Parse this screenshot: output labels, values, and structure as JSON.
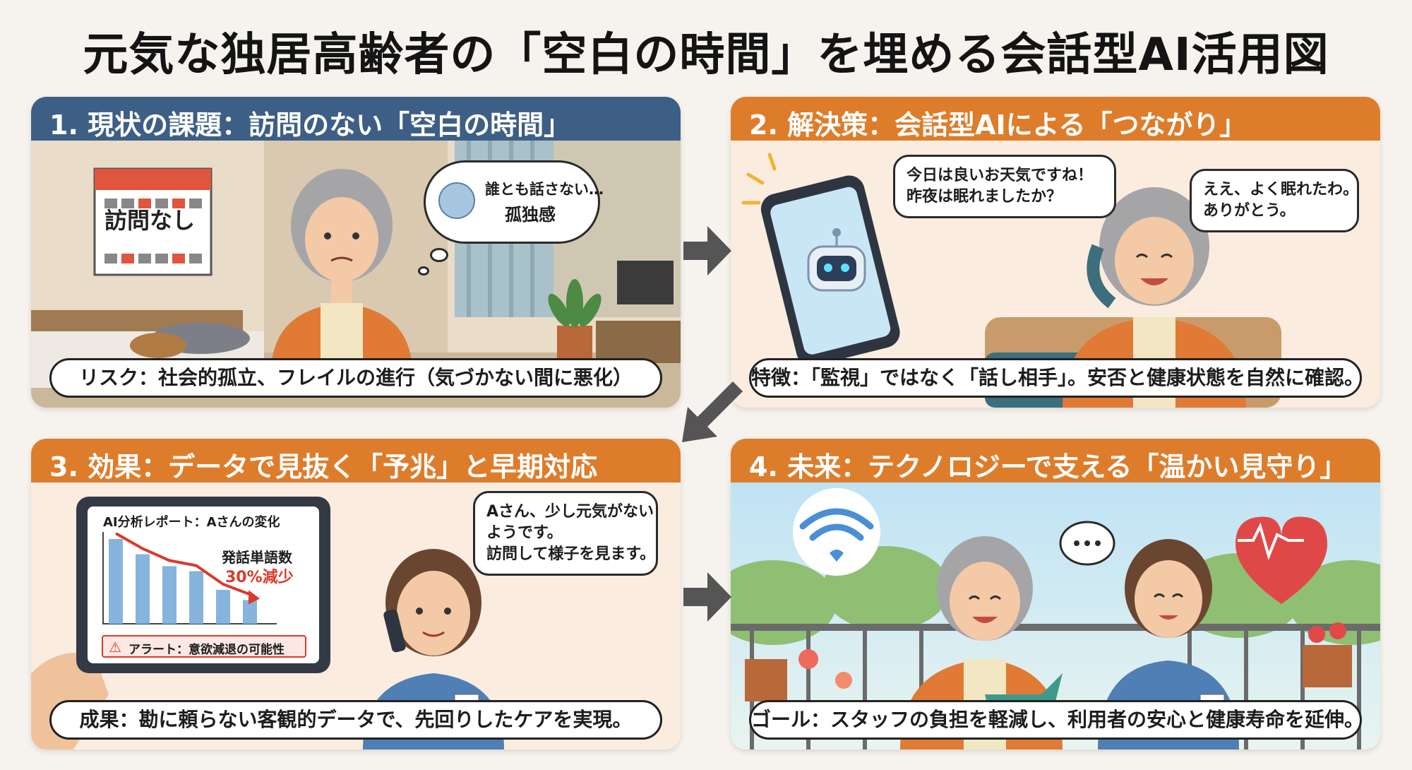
{
  "title": "元気な独居高齢者の「空白の時間」を埋める会話型AI活用図",
  "colors": {
    "header_blue": "#3d5f86",
    "header_orange": "#dd7d2c",
    "cardigan": "#e07a35",
    "nurse_uniform": "#4f7fb5",
    "chart_bar": "#86b4dc",
    "trend_arrow": "#d93a2b",
    "heart": "#e04848",
    "wifi": "#4a8fd6"
  },
  "panels": [
    {
      "header": "1. 現状の課題：訪問のない「空白の時間」",
      "calendar_label": "訪問なし",
      "thought_bubble": [
        "誰とも話さない…",
        "孤独感"
      ],
      "caption": "リスク：社会的孤立、フレイルの進行（気づかない間に悪化）"
    },
    {
      "header": "2. 解決策：会話型AIによる「つながり」",
      "ai_bubble": [
        "今日は良いお天気ですね！",
        "昨夜は眠れましたか？"
      ],
      "user_bubble": [
        "ええ、よく眠れたわ。",
        "ありがとう。"
      ],
      "caption": "特徴：「監視」ではなく「話し相手」。安否と健康状態を自然に確認。"
    },
    {
      "header": "3. 効果：データで見抜く「予兆」と早期対応",
      "report_title": "AI分析レポート：Aさんの変化",
      "metric_label": "発話単語数",
      "metric_value": "30%減少",
      "alert": "アラート：意欲減退の可能性",
      "nurse_bubble": [
        "Aさん、少し元気がない",
        "ようです。",
        "訪問して様子を見ます。"
      ],
      "caption": "成果：勘に頼らない客観的データで、先回りしたケアを実現。"
    },
    {
      "header": "4. 未来：テクノロジーで支える「温かい見守り」",
      "caption": "ゴール：スタッフの負担を軽減し、利用者の安心と健康寿命を延伸。"
    }
  ],
  "chart_data": {
    "type": "bar",
    "title": "AI分析レポート：Aさんの変化",
    "values": [
      100,
      82,
      68,
      62,
      40,
      28
    ],
    "ylabel": "",
    "xlabel": ""
  }
}
